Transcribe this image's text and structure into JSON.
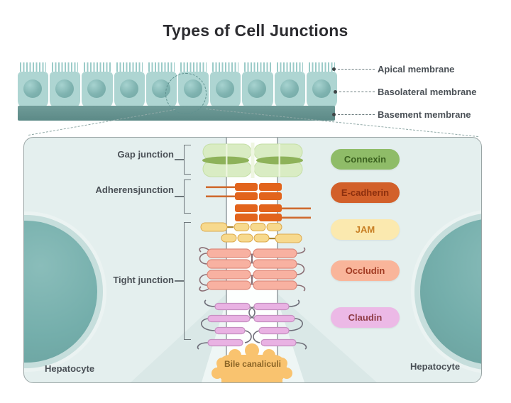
{
  "title": "Types of Cell Junctions",
  "membrane_labels": {
    "apical": "Apical membrane",
    "basolateral": "Basolateral membrane",
    "basement": "Basement membrane"
  },
  "epithelium": {
    "cell_count": 10
  },
  "junction_labels": {
    "gap": "Gap junction",
    "adherens": "Adherensjunction",
    "tight": "Tight junction"
  },
  "legend": {
    "items": [
      {
        "label": "Connexin",
        "bg": "#8fbc68",
        "fg": "#3b611f"
      },
      {
        "label": "E-cadherin",
        "bg": "#d2602a",
        "fg": "#8c2f0e"
      },
      {
        "label": "JAM",
        "bg": "#fbe9af",
        "fg": "#c87f24"
      },
      {
        "label": "Occludin",
        "bg": "#f9b59a",
        "fg": "#a13a22"
      },
      {
        "label": "Claudin",
        "bg": "#ecb9e6",
        "fg": "#8f3b46"
      }
    ]
  },
  "box": {
    "hepatocyte_left": "Hepatocyte",
    "hepatocyte_right": "Hepatocyte",
    "bile_canaliculi": "Bile canaliculi"
  },
  "colors": {
    "cell_teal": "#aed5d2",
    "nucleus_teal": "#7fb3b0",
    "basement_teal": "#628f8c",
    "box_bg": "#e4efee",
    "gap_green": "#d9ecc3",
    "gap_dark_green": "#8eb259",
    "adherens_orange": "#e2641c",
    "jam_yellow": "#f7d98d",
    "occludin_salmon": "#f8b1a1",
    "claudin_pink": "#e9b2e3",
    "bile_orange": "#f9c36f"
  }
}
